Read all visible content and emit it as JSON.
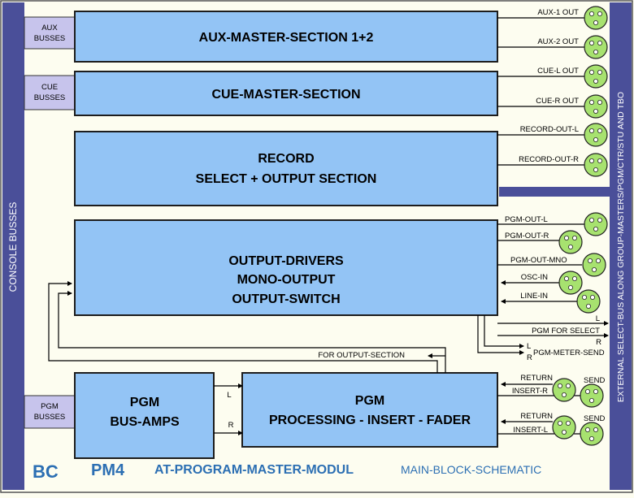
{
  "side_labels": {
    "left": "CONSOLE BUSSES",
    "right": "EXTERNAL SELECT-BUS ALONG GROUP-MASTERS/PGM/CTR/STU AND TBO"
  },
  "input_busses": [
    {
      "line1": "AUX",
      "line2": "BUSSES"
    },
    {
      "line1": "CUE",
      "line2": "BUSSES"
    },
    {
      "line1": "PGM",
      "line2": "BUSSES"
    }
  ],
  "blocks": {
    "aux_master": {
      "line1": "AUX-MASTER-SECTION 1+2"
    },
    "cue_master": {
      "line1": "CUE-MASTER-SECTION"
    },
    "record": {
      "line1": "RECORD",
      "line2": "SELECT + OUTPUT SECTION"
    },
    "output_drivers": {
      "line1": "OUTPUT-DRIVERS",
      "line2": "MONO-OUTPUT",
      "line3": "OUTPUT-SWITCH"
    },
    "pgm_bus_amps": {
      "line1": "PGM",
      "line2": "BUS-AMPS"
    },
    "pgm_processing": {
      "line1": "PGM",
      "line2": "PROCESSING - INSERT - FADER"
    }
  },
  "outputs": {
    "aux1": "AUX-1 OUT",
    "aux2": "AUX-2 OUT",
    "cue_l": "CUE-L OUT",
    "cue_r": "CUE-R OUT",
    "record_l": "RECORD-OUT-L",
    "record_r": "RECORD-OUT-R",
    "pgm_l": "PGM-OUT-L",
    "pgm_r": "PGM-OUT-R",
    "pgm_mono": "PGM-OUT-MNO",
    "osc_in": "OSC-IN",
    "line_in": "LINE-IN",
    "pgm_for_select": "PGM FOR SELECT",
    "pgm_meter_send": "PGM-METER-SEND",
    "for_output_section": "FOR OUTPUT-SECTION"
  },
  "channel_marks": {
    "l": "L",
    "r": "R"
  },
  "inserts": [
    {
      "return": "RETURN",
      "insert": "INSERT-R",
      "send": "SEND"
    },
    {
      "return": "RETURN",
      "insert": "INSERT-L",
      "send": "SEND"
    }
  ],
  "footer": {
    "logo": "BC",
    "model": "PM4",
    "name": "AT-PROGRAM-MASTER-MODUL",
    "subtitle": "MAIN-BLOCK-SCHEMATIC"
  },
  "colors": {
    "block_fill": "#93c4f5",
    "side_bus": "#4a4f99",
    "connector": "#a7e26f",
    "footer_accent": "#2c6fb3",
    "page_bg": "#fdfdf0"
  }
}
